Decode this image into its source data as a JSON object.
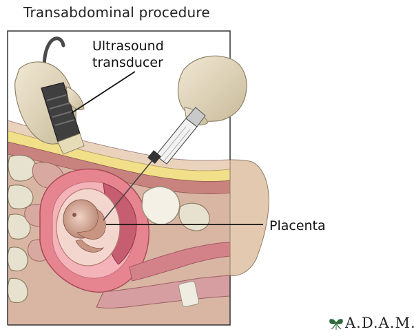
{
  "title": "Transabdominal procedure",
  "labels": {
    "transducer_line1": "Ultrasound",
    "transducer_line2": "transducer",
    "placenta": "Placenta"
  },
  "logo": "A.D.A.M.",
  "colors": {
    "frame": "#333333",
    "skin": "#e9d3bd",
    "fat": "#f1df8a",
    "uterus": "#e6848f",
    "muscle": "#c8837f",
    "fetus": "#d7aa9c",
    "bone": "#e7e2cf",
    "glove": "#ddd2b8"
  }
}
